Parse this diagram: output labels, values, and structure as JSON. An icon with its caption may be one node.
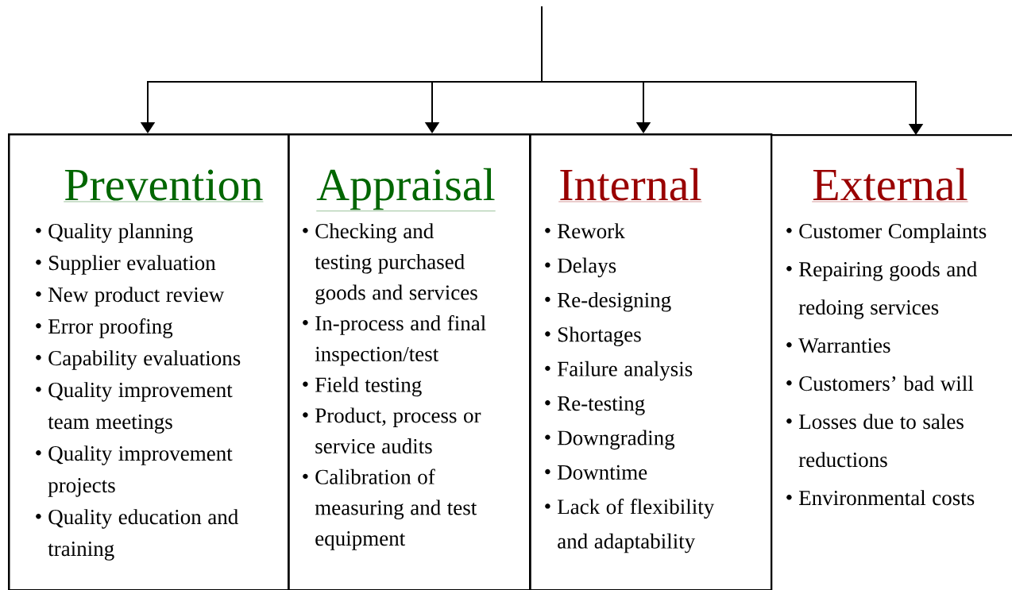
{
  "diagram": {
    "nodes": [
      {
        "text": [
          "Prevention",
          "Quality planning",
          "Supplier evaluation",
          "New product review",
          "Error proofing",
          "Capability evaluations",
          "Quality improvement team meetings",
          "Quality improvement projects",
          "Quality education and training"
        ]
      },
      {
        "text": [
          "Appraisal",
          "Checking and testing purchased goods and services",
          "In-process and final inspection/test",
          "Field testing",
          "Product, process or service audits",
          "Calibration of measuring and test equipment"
        ]
      },
      {
        "text": [
          "Internal",
          "Rework",
          "Delays",
          "Re-designing",
          "Shortages",
          "Failure analysis",
          "Re-testing",
          "Downgrading",
          "Downtime",
          "Lack of flexibility and adaptability"
        ]
      },
      {
        "text": [
          "External",
          "Customer Complaints",
          "Repairing goods and redoing services",
          "Warranties",
          "Customers’ bad will",
          "Losses due to sales reductions",
          "Environmental costs"
        ]
      }
    ],
    "edges": [
      {
        "from": null,
        "to": 0,
        "arrow": "to"
      },
      {
        "from": null,
        "to": 1,
        "arrow": "to"
      },
      {
        "from": null,
        "to": 2,
        "arrow": "to"
      },
      {
        "from": null,
        "to": 3,
        "arrow": "to"
      }
    ]
  }
}
